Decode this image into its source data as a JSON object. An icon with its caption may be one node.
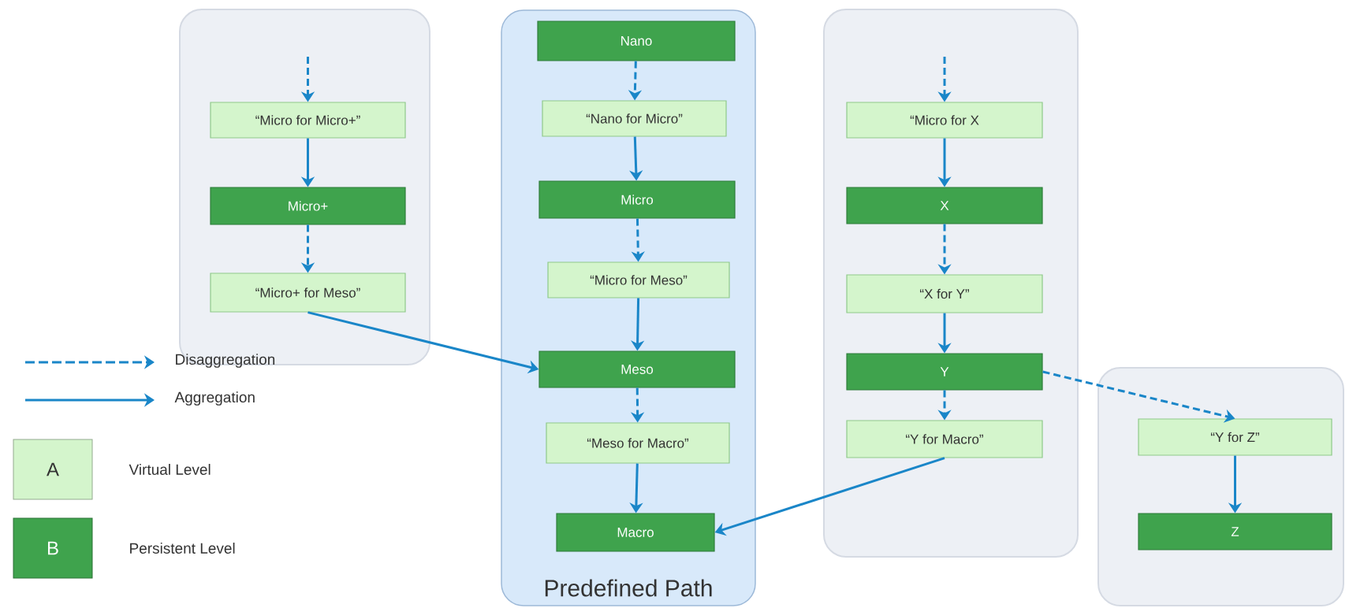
{
  "diagram": {
    "nodes": [
      {
        "text": [],
        "shape": "box"
      },
      {
        "text": [
          "“Micro for Micro+”"
        ],
        "in": 0
      },
      {
        "text": [
          "Micro+"
        ],
        "in": 0
      },
      {
        "text": [
          "“Micro+ for Meso”"
        ],
        "in": 0
      },
      {
        "text": [
          "Predefined Path"
        ]
      },
      {
        "text": [
          "Nano"
        ],
        "in": 4
      },
      {
        "text": [
          "“Nano for Micro”"
        ],
        "in": 4
      },
      {
        "text": [
          "Micro"
        ],
        "in": 4
      },
      {
        "text": [
          "“Micro for Meso”"
        ],
        "in": 4
      },
      {
        "text": [
          "Meso"
        ],
        "in": 4
      },
      {
        "text": [
          "“Meso for Macro”"
        ],
        "in": 4
      },
      {
        "text": [
          "Macro"
        ],
        "in": 4
      },
      {
        "text": [],
        "shape": "box"
      },
      {
        "text": [
          "“Micro for X"
        ],
        "in": 12
      },
      {
        "text": [
          "X"
        ],
        "in": 12
      },
      {
        "text": [
          "“X for Y”"
        ],
        "in": 12
      },
      {
        "text": [
          "Y"
        ],
        "in": 12
      },
      {
        "text": [
          "“Y for Macro”"
        ],
        "in": 12
      },
      {
        "text": [],
        "shape": "box"
      },
      {
        "text": [
          "“Y for Z”"
        ],
        "in": 18
      },
      {
        "text": [
          "Z"
        ],
        "in": 18
      }
    ],
    "edges": [
      {
        "from": null,
        "to": 1,
        "arrow": "to",
        "style": "dashed"
      },
      {
        "from": 1,
        "to": 2,
        "arrow": "to"
      },
      {
        "from": 2,
        "to": 3,
        "arrow": "to",
        "style": "dashed"
      },
      {
        "from": 3,
        "to": 9,
        "arrow": "to"
      },
      {
        "from": 5,
        "to": 6,
        "arrow": "to",
        "style": "dashed"
      },
      {
        "from": 6,
        "to": 7,
        "arrow": "to"
      },
      {
        "from": 7,
        "to": 8,
        "arrow": "to",
        "style": "dashed"
      },
      {
        "from": 8,
        "to": 9,
        "arrow": "to"
      },
      {
        "from": 9,
        "to": 10,
        "arrow": "to",
        "style": "dashed"
      },
      {
        "from": 10,
        "to": 11,
        "arrow": "to"
      },
      {
        "from": null,
        "to": 13,
        "arrow": "to",
        "style": "dashed"
      },
      {
        "from": 13,
        "to": 14,
        "arrow": "to"
      },
      {
        "from": 14,
        "to": 15,
        "arrow": "to",
        "style": "dashed"
      },
      {
        "from": 15,
        "to": 16,
        "arrow": "to"
      },
      {
        "from": 16,
        "to": 17,
        "arrow": "to",
        "style": "dashed"
      },
      {
        "from": 17,
        "to": 11,
        "arrow": "to"
      },
      {
        "from": 16,
        "to": 19,
        "arrow": "to",
        "style": "dashed"
      },
      {
        "from": 19,
        "to": 20,
        "arrow": "to"
      }
    ],
    "labels": [
      "A",
      "B"
    ],
    "legend": [
      {
        "text": "Disaggregation"
      },
      {
        "text": "Aggregation"
      },
      {
        "text": "Virtual Level",
        "color": "#d4f5cc"
      },
      {
        "text": "Persistent Level",
        "color": "#3fa34d"
      }
    ]
  }
}
